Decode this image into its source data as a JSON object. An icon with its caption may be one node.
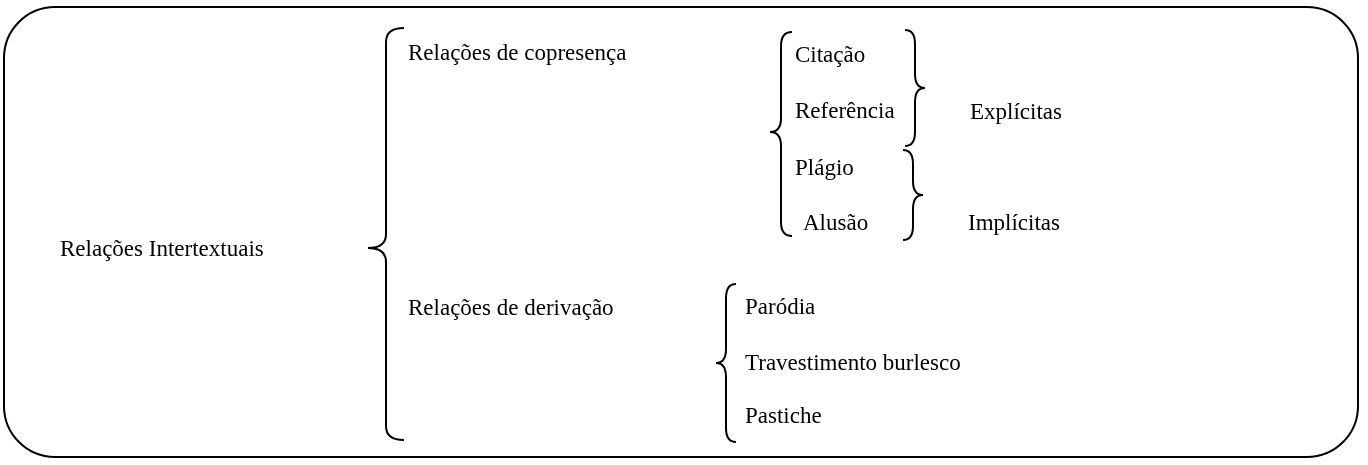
{
  "diagram": {
    "nodes": [
      {
        "text": [],
        "shape": "box"
      }
    ],
    "labels": [
      "Relações de copresença",
      "Citação",
      "Referência",
      "Explícitas",
      "Plágio",
      "Relações Intertextuais",
      "Alusão",
      "Implícitas",
      "Relações de derivação",
      "Paródia",
      "Travestimento burlesco",
      "Pastiche"
    ]
  }
}
